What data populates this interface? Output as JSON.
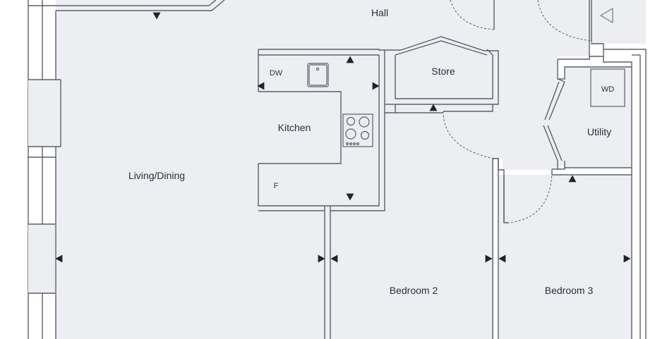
{
  "colors": {
    "floor": "#eceef2",
    "wall": "#5c6068",
    "wall_fill": "#ffffff",
    "text": "#2b2f3a",
    "marker": "#1f232b",
    "entrance_marker": "#8a8e96",
    "background": "#ffffff"
  },
  "rooms": {
    "hall": "Hall",
    "store": "Store",
    "kitchen": "Kitchen",
    "living_dining": "Living/Dining",
    "utility": "Utility",
    "bedroom_2": "Bedroom 2",
    "bedroom_3": "Bedroom 3"
  },
  "appliances": {
    "dishwasher": "DW",
    "fridge": "F",
    "washer_dryer": "WD"
  },
  "icons": {
    "entrance": "entrance-arrow-icon",
    "dimension_marker": "dimension-arrow-icon",
    "sink": "sink-icon",
    "hob": "hob-icon"
  }
}
